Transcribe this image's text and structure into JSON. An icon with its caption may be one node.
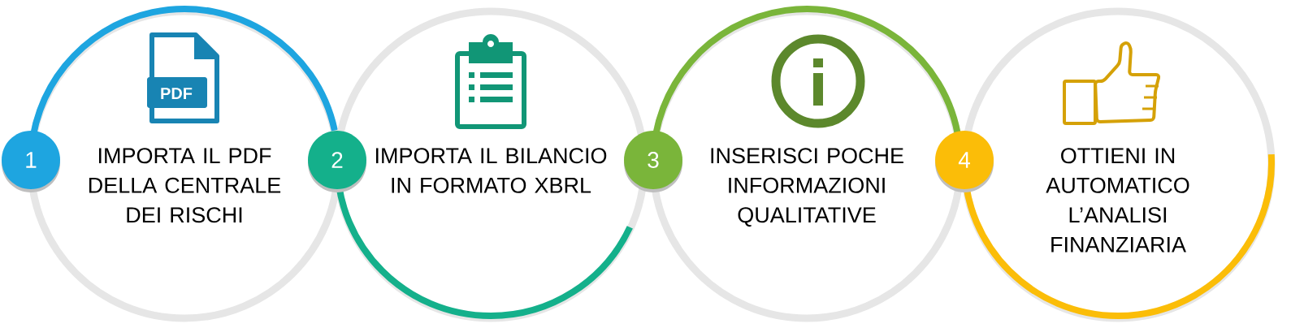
{
  "diagram": {
    "nodes": [
      {
        "text": [
          "1"
        ]
      },
      {
        "text": [
          "IMPORTA IL PDF DELLA CENTRALE DEI RISCHI"
        ]
      },
      {
        "text": [
          "2"
        ]
      },
      {
        "text": [
          "IMPORTA IL BILANCIO IN FORMATO XBRL"
        ]
      },
      {
        "text": [
          "3"
        ]
      },
      {
        "text": [
          "INSERISCI POCHE INFORMAZIONI QUALITATIVE"
        ]
      },
      {
        "text": [
          "4"
        ]
      },
      {
        "text": [
          "OTTIENI IN AUTOMATICO L’ANALISI FINANZIARIA"
        ]
      }
    ],
    "labels": [
      "PDF"
    ]
  }
}
